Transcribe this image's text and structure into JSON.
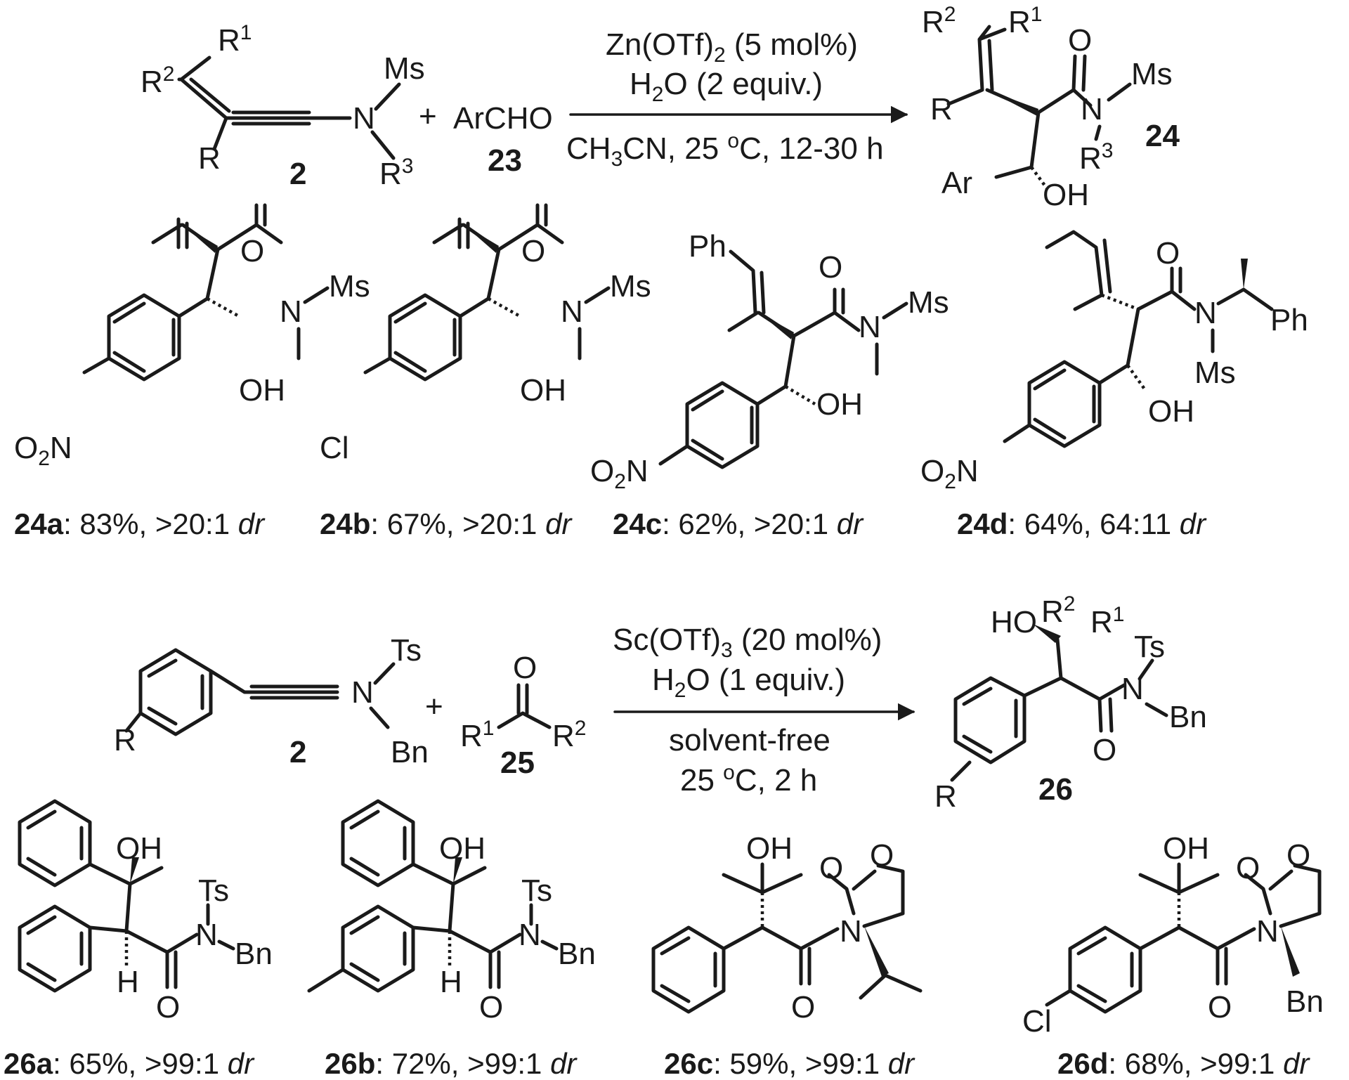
{
  "scheme1": {
    "reactant_alkyne": {
      "r1": "R",
      "r1_sup": "1",
      "r2": "R",
      "r2_sup": "2",
      "r": "R",
      "ms": "Ms",
      "n": "N",
      "r3": "R",
      "r3_sup": "3",
      "label": "2"
    },
    "plus": "+",
    "aldehyde": {
      "name": "ArCHO",
      "label": "23"
    },
    "conditions": {
      "line1": "Zn(OTf)",
      "line1_sub": "2",
      "line1_tail": " (5 mol%)",
      "line2": "H",
      "line2_sub": "2",
      "line2_tail": "O (2 equiv.)",
      "line3": "CH",
      "line3_sub": "3",
      "line3_mid": "CN, 25 ",
      "line3_sup": "o",
      "line3_tail": "C, 12-30 h"
    },
    "product": {
      "label": "24",
      "ar": "Ar",
      "oh": "OH",
      "o": "O",
      "n": "N",
      "ms": "Ms",
      "r": "R",
      "r1": "R",
      "r1_sup": "1",
      "r2": "R",
      "r2_sup": "2",
      "r3": "R",
      "r3_sup": "3"
    }
  },
  "examples1": [
    {
      "id": "24a",
      "yield": ": 83%, >20:1 ",
      "dr": "dr",
      "ar_sub": "O",
      "ar_sub_2": "2",
      "ar_sub_tail": "N",
      "oh": "OH",
      "o": "O",
      "n": "N",
      "ms": "Ms"
    },
    {
      "id": "24b",
      "yield": ": 67%, >20:1 ",
      "dr": "dr",
      "ar_sub": "Cl",
      "oh": "OH",
      "o": "O",
      "n": "N",
      "ms": "Ms"
    },
    {
      "id": "24c",
      "yield": ": 62%, >20:1 ",
      "dr": "dr",
      "ar_sub": "O",
      "ar_sub_2": "2",
      "ar_sub_tail": "N",
      "oh": "OH",
      "o": "O",
      "n": "N",
      "ms": "Ms",
      "ph": "Ph"
    },
    {
      "id": "24d",
      "yield": ": 64%, 64:11 ",
      "dr": "dr",
      "ar_sub": "O",
      "ar_sub_2": "2",
      "ar_sub_tail": "N",
      "oh": "OH",
      "o": "O",
      "n": "N",
      "ms": "Ms",
      "ph": "Ph"
    }
  ],
  "scheme2": {
    "reactant_ynamide": {
      "r": "R",
      "ts": "Ts",
      "n": "N",
      "bn": "Bn",
      "label": "2"
    },
    "plus": "+",
    "ketone": {
      "o": "O",
      "r1": "R",
      "r1_sup": "1",
      "r2": "R",
      "r2_sup": "2",
      "label": "25"
    },
    "conditions": {
      "line1": "Sc(OTf)",
      "line1_sub": "3",
      "line1_tail": " (20 mol%)",
      "line2": "H",
      "line2_sub": "2",
      "line2_tail": "O (1 equiv.)",
      "line3": "solvent-free",
      "line4": "25 ",
      "line4_sup": "o",
      "line4_tail": "C, 2 h"
    },
    "product": {
      "label": "26",
      "ho": "HO",
      "r1": "R",
      "r1_sup": "1",
      "r2": "R",
      "r2_sup": "2",
      "ts": "Ts",
      "n": "N",
      "bn": "Bn",
      "o": "O",
      "r": "R"
    }
  },
  "examples2": [
    {
      "id": "26a",
      "yield": ": 65%, >99:1 ",
      "dr": "dr",
      "oh": "OH",
      "ts": "Ts",
      "n": "N",
      "bn": "Bn",
      "o": "O",
      "h": "H"
    },
    {
      "id": "26b",
      "yield": ": 72%, >99:1 ",
      "dr": "dr",
      "oh": "OH",
      "ts": "Ts",
      "n": "N",
      "bn": "Bn",
      "o": "O",
      "h": "H"
    },
    {
      "id": "26c",
      "yield": ": 59%, >99:1 ",
      "dr": "dr",
      "oh": "OH",
      "o": "O",
      "o2": "O",
      "o3": "O",
      "n": "N"
    },
    {
      "id": "26d",
      "yield": ": 68%, >99:1 ",
      "dr": "dr",
      "oh": "OH",
      "o": "O",
      "o2": "O",
      "o3": "O",
      "n": "N",
      "ar_sub": "Cl",
      "bn": "Bn"
    }
  ]
}
